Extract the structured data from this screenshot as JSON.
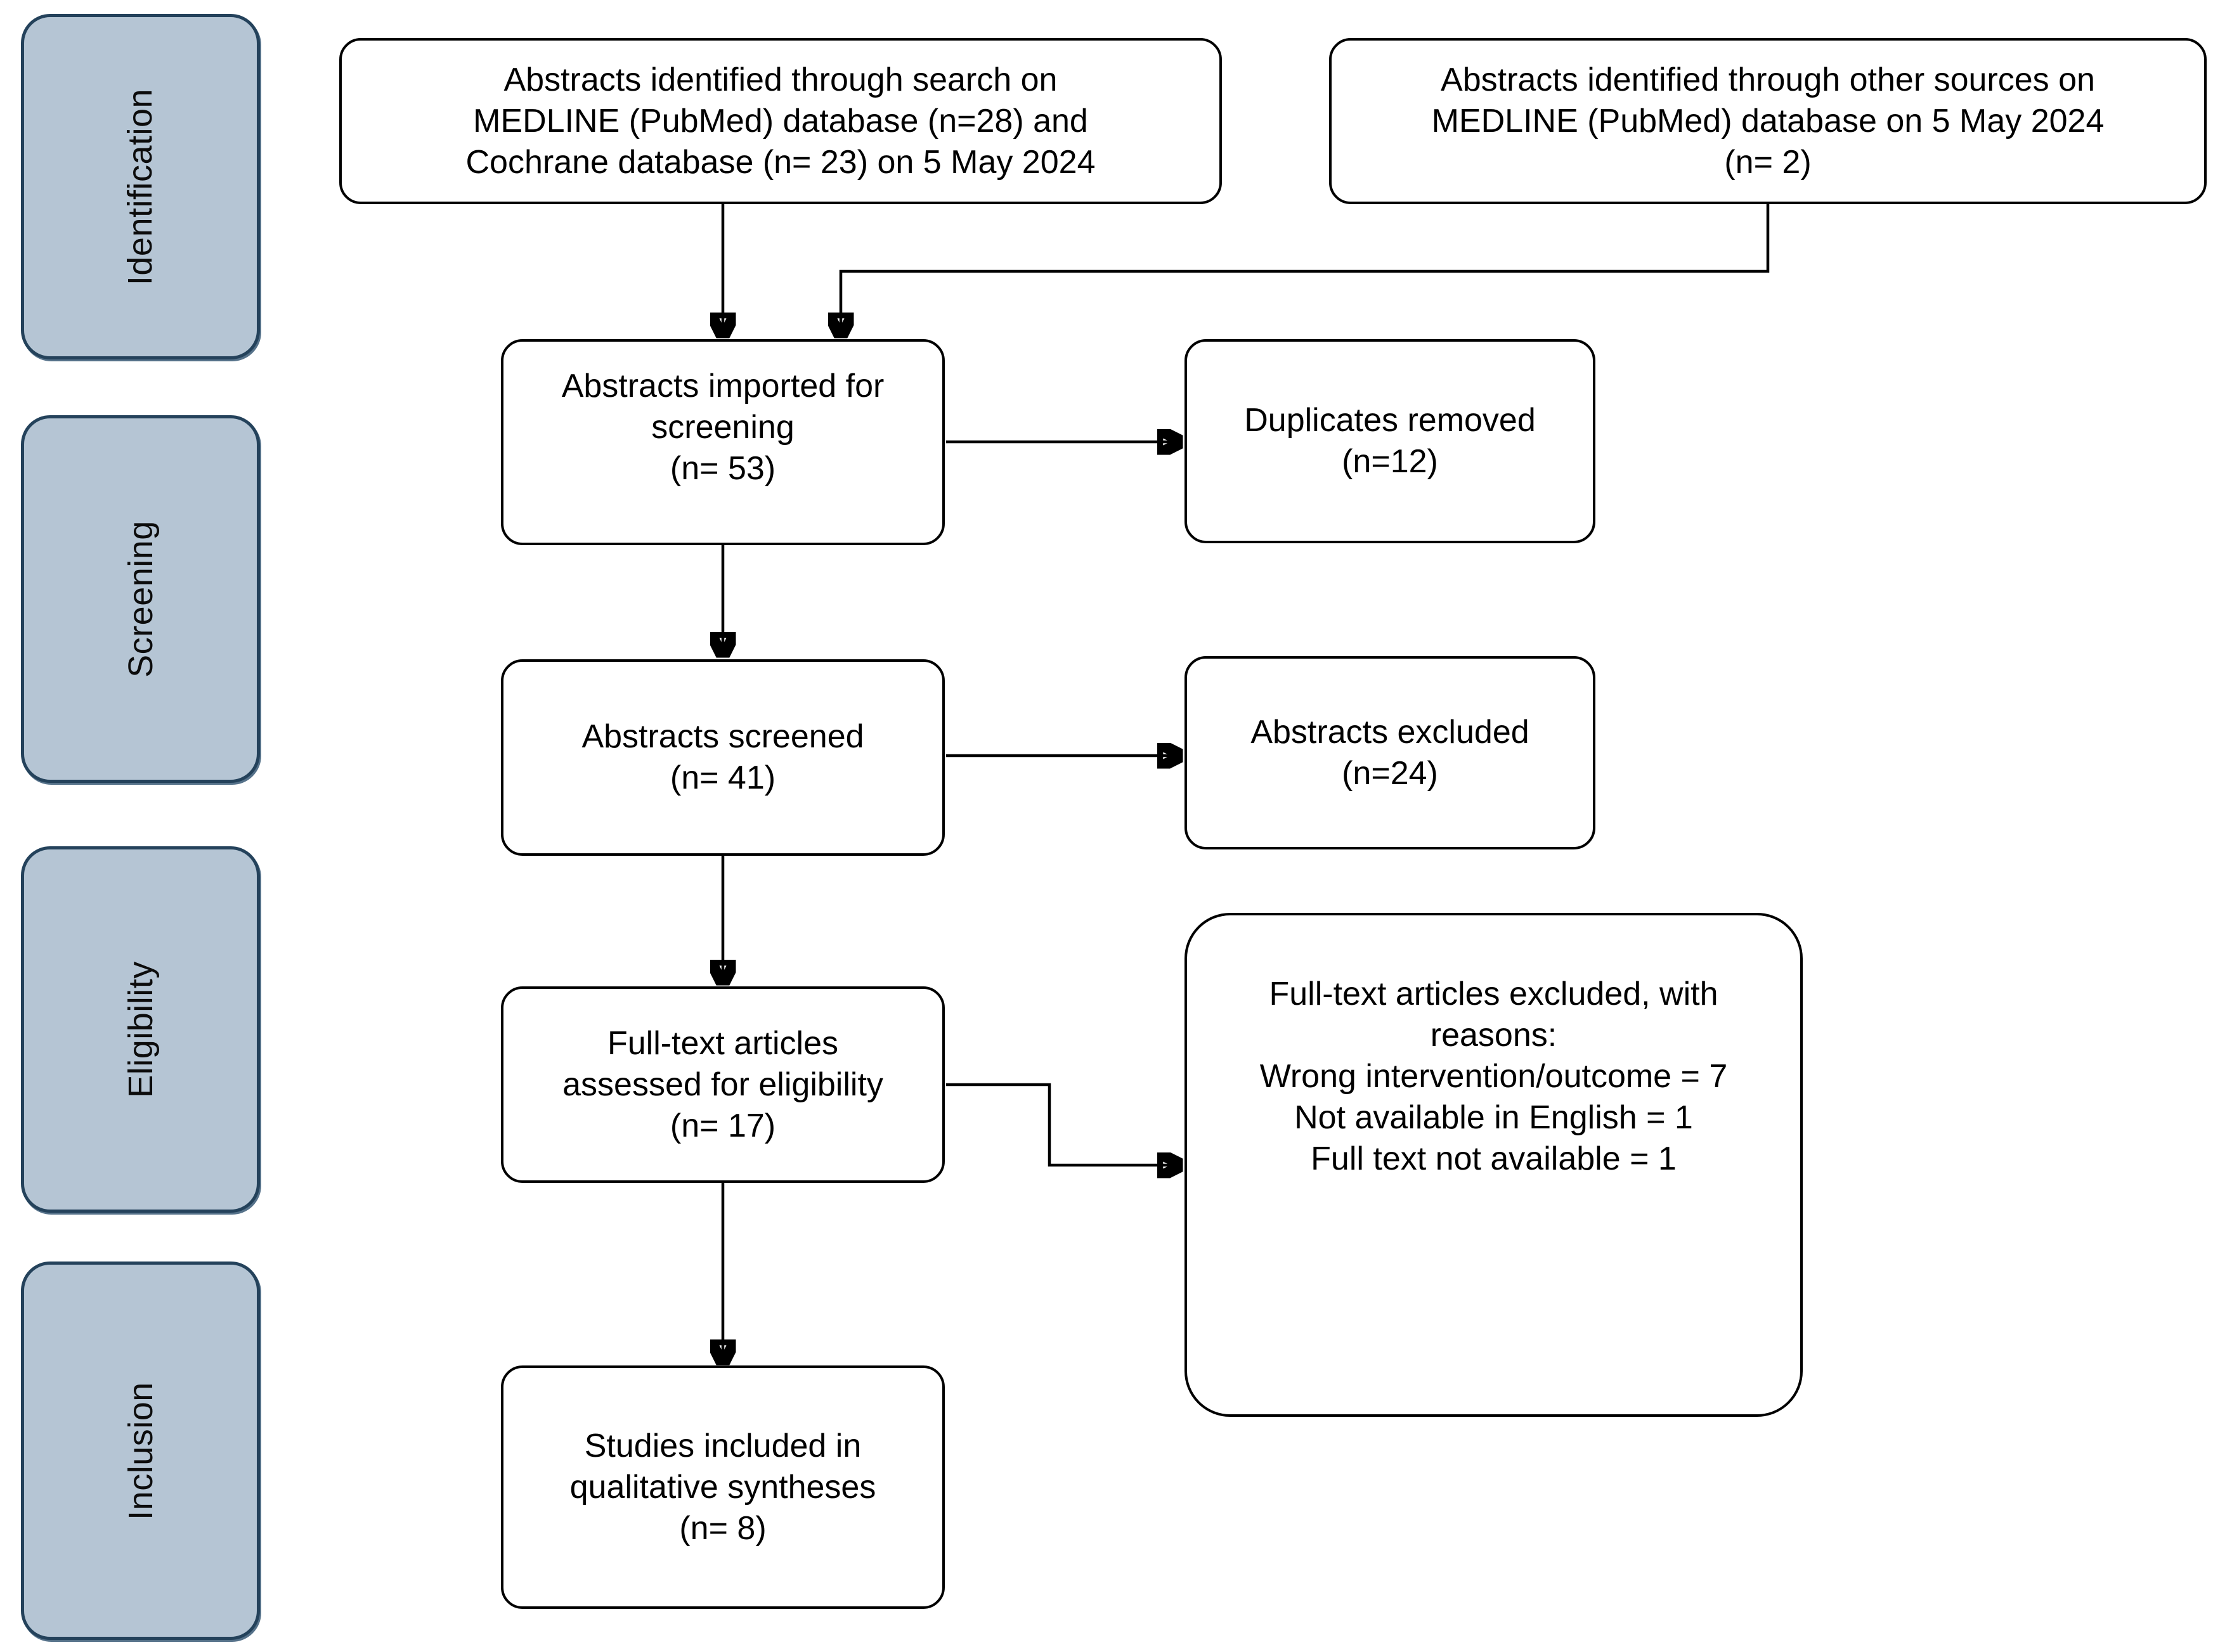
{
  "palette": {
    "background": "#ffffff",
    "stage_fill": "#b5c5d4",
    "stage_border": "#24425b",
    "flowbox_fill": "#ffffff",
    "flowbox_border": "#000000",
    "connector": "#000000",
    "text": "#000000"
  },
  "sidebar": {
    "stages": [
      {
        "label": "Identification"
      },
      {
        "label": "Screening"
      },
      {
        "label": "Eligibility"
      },
      {
        "label": "Inclusion"
      }
    ]
  },
  "flow": {
    "identified_search": {
      "text": "Abstracts identified through search on\nMEDLINE (PubMed) database (n=28) and\nCochrane database (n= 23) on 5 May 2024"
    },
    "identified_other": {
      "text": "Abstracts identified through other sources on\nMEDLINE (PubMed) database on 5 May 2024\n(n= 2)"
    },
    "imported": {
      "text": "Abstracts imported for\nscreening\n(n= 53)"
    },
    "duplicates_removed": {
      "text": "Duplicates removed\n(n=12)"
    },
    "screened": {
      "text": "Abstracts screened\n(n= 41)"
    },
    "abstracts_excluded": {
      "text": "Abstracts excluded\n(n=24)"
    },
    "fulltext_assessed": {
      "text": "Full-text articles\nassessed for eligibility\n(n= 17)"
    },
    "fulltext_excluded": {
      "text": "Full-text articles excluded, with\nreasons:\nWrong intervention/outcome = 7\nNot available in English = 1\nFull text not available = 1"
    },
    "included": {
      "text": "Studies included in\nqualitative syntheses\n(n= 8)"
    }
  }
}
